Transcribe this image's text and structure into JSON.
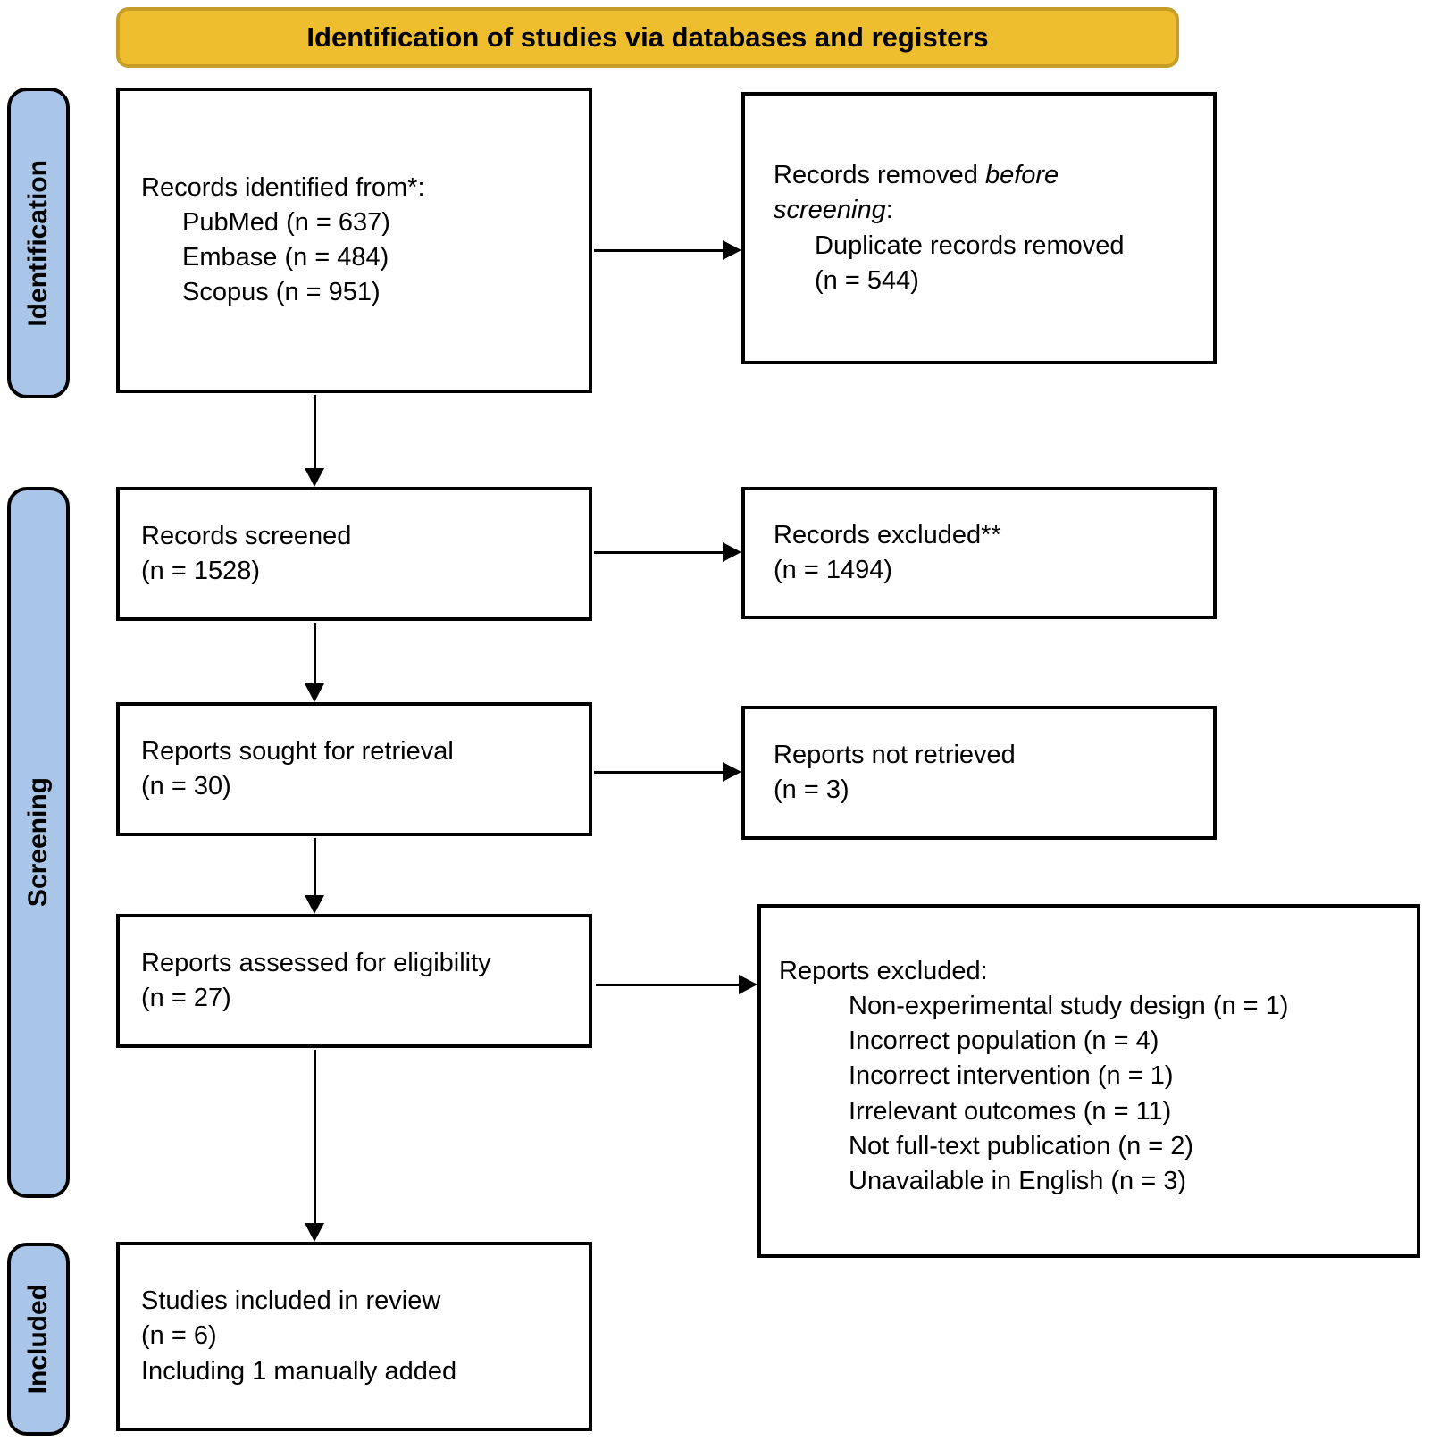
{
  "banner": {
    "title": "Identification of studies via databases and registers"
  },
  "colors": {
    "banner_fill": "#EFBE2E",
    "banner_border": "#C69D26",
    "stage_fill": "#A9C5E8",
    "line_color": "#000000"
  },
  "sidebar": {
    "identification": "Identification",
    "screening": "Screening",
    "included": "Included"
  },
  "boxes": {
    "identified": {
      "title": "Records identified from*:",
      "items": [
        "PubMed (n = 637)",
        "Embase (n = 484)",
        "Scopus (n = 951)"
      ]
    },
    "removed": {
      "line1_prefix": "Records removed ",
      "line1_italic": "before",
      "line2_italic": "screening",
      "line2_suffix": ":",
      "items": [
        "Duplicate records removed",
        "(n = 544)"
      ]
    },
    "screened": {
      "lines": [
        "Records screened",
        "(n = 1528)"
      ]
    },
    "records_excluded": {
      "lines": [
        "Records excluded**",
        "(n = 1494)"
      ]
    },
    "sought": {
      "lines": [
        "Reports sought for retrieval",
        "(n = 30)"
      ]
    },
    "not_retrieved": {
      "lines": [
        "Reports not retrieved",
        "(n = 3)"
      ]
    },
    "assessed": {
      "lines": [
        "Reports assessed for eligibility",
        "(n = 27)"
      ]
    },
    "reports_excluded": {
      "title": "Reports excluded:",
      "items": [
        "Non-experimental study design (n = 1)",
        "Incorrect population (n = 4)",
        "Incorrect intervention (n = 1)",
        "Irrelevant outcomes (n = 11)",
        "Not full-text publication (n = 2)",
        "Unavailable in English (n = 3)"
      ]
    },
    "included": {
      "lines": [
        "Studies included in review",
        "(n = 6)",
        "Including 1 manually added"
      ]
    }
  }
}
